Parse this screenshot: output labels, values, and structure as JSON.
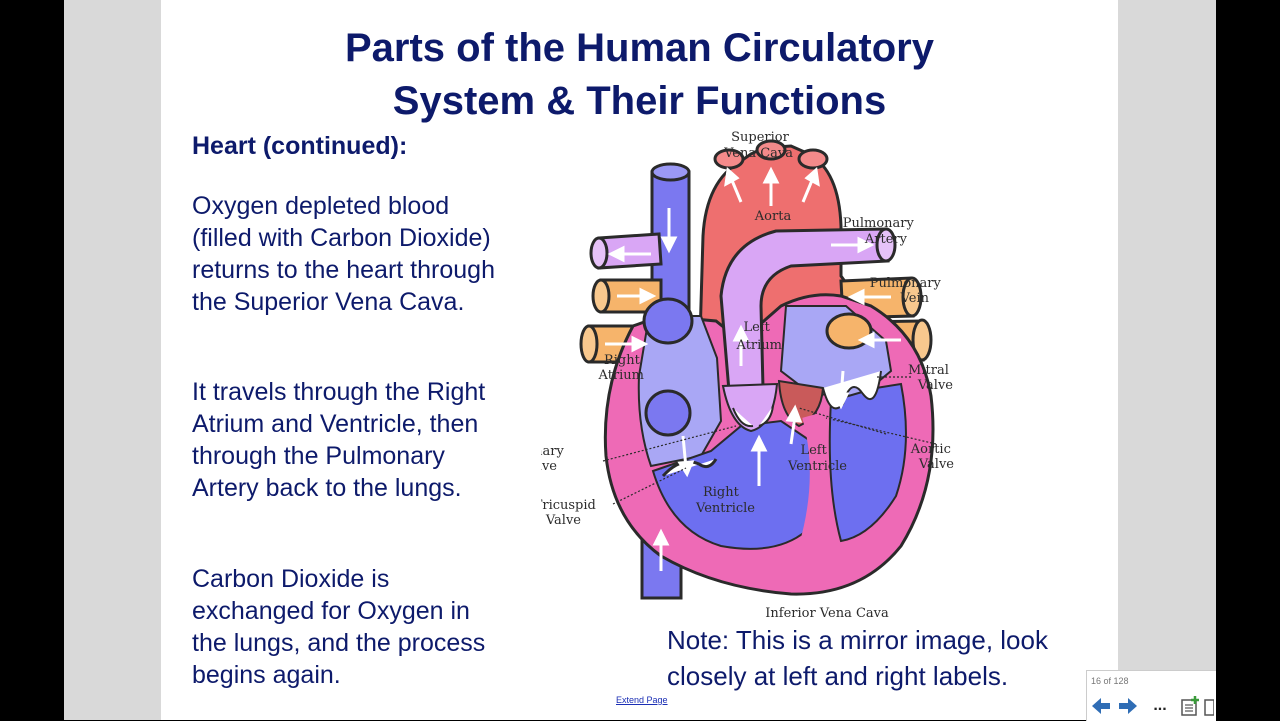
{
  "slide": {
    "title_line1": "Parts of the Human Circulatory",
    "title_line2": "System & Their Functions",
    "subheading": "Heart (continued):",
    "paragraph1": [
      "Oxygen depleted blood",
      "(filled with Carbon Dioxide)",
      "returns to the heart through",
      "the Superior Vena Cava."
    ],
    "paragraph2": [
      "It travels through the Right",
      "Atrium and Ventricle, then",
      "through the Pulmonary",
      "Artery back to the lungs."
    ],
    "paragraph3": [
      "Carbon Dioxide is",
      "exchanged for Oxygen in",
      "the lungs, and the process",
      "begins again."
    ],
    "note": [
      "Note: This is a mirror image, look",
      "closely at left and right labels."
    ],
    "extend_link": "Extend Page"
  },
  "diagram": {
    "labels": {
      "superior_vena_cava": [
        "Superior",
        "Vena Cava"
      ],
      "aorta": "Aorta",
      "pulmonary_artery": [
        "Pulmonary",
        "Artery"
      ],
      "pulmonary_vein": [
        "Pulmonary",
        "Vein"
      ],
      "left_atrium": [
        "Left",
        "Atrium"
      ],
      "right_atrium": [
        "Right",
        "Atrium"
      ],
      "mitral_valve": [
        "Mitral",
        "Valve"
      ],
      "aortic_valve": [
        "Aortic",
        "Valve"
      ],
      "pulmonary_valve": [
        "Pulmonary",
        "Valve"
      ],
      "tricuspid_valve": [
        "Tricuspid",
        "Valve"
      ],
      "left_ventricle": [
        "Left",
        "Ventricle"
      ],
      "right_ventricle": [
        "Right",
        "Ventricle"
      ],
      "inferior_vena_cava": "Inferior Vena Cava"
    },
    "colors": {
      "vena_cava": "#7b78f0",
      "aorta": "#ee6f6f",
      "pulmonary_artery": "#d9a6f5",
      "pulmonary_vein": "#f6b46b",
      "heart_wall": "#ee6ab6",
      "ventricle": "#6d6ff0",
      "atrium": "#a9a7f5"
    }
  },
  "navigator": {
    "page_indicator": "16 of 128",
    "more_label": "..."
  }
}
